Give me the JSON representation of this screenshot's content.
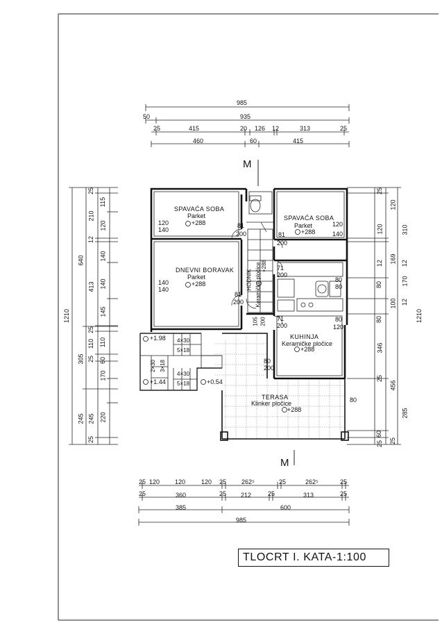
{
  "title": "TLOCRT  I. KATA-1:100",
  "section_marker": "M",
  "rooms": [
    {
      "id": "spavaca-soba-1",
      "name": "SPAVAĆA  SOBA",
      "material": "Parket",
      "level": "+288"
    },
    {
      "id": "spavaca-soba-2",
      "name": "SPAVAĆA  SOBA",
      "material": "Parket",
      "level": "+288"
    },
    {
      "id": "dnevni-boravak",
      "name": "DNEVNI BORAVAK",
      "material": "Parket",
      "level": "+288"
    },
    {
      "id": "hodnik",
      "name": "HODNIK",
      "material": "Keramičke pločice",
      "level": "+288"
    },
    {
      "id": "kuhinja",
      "name": "KUHINJA",
      "material": "Keramičke pločice",
      "level": "+288"
    },
    {
      "id": "terasa",
      "name": "TERASA",
      "material": "Klinker pločice",
      "level": "+288"
    }
  ],
  "stair_levels": {
    "top": "+1.98",
    "bottom": "+1.44",
    "landing": "+0.54"
  },
  "stair_sizes": [
    "4×30",
    "5×18",
    "2×30",
    "3×18",
    "4×30",
    "5×18"
  ],
  "top_dims": {
    "row1": [
      "985"
    ],
    "row2": [
      "50",
      "935"
    ],
    "row3": [
      "25",
      "415",
      "20",
      "126",
      "12",
      "313",
      "25"
    ],
    "row4": [
      "460",
      "60",
      "415"
    ]
  },
  "bottom_dims": {
    "row1": [
      "25",
      "120",
      "120",
      "120",
      "25",
      "262⁵",
      "25",
      "262⁵",
      "25"
    ],
    "row2": [
      "25",
      "360",
      "25",
      "212",
      "25",
      "313",
      "25"
    ],
    "row3": [
      "385",
      "600"
    ],
    "row4": [
      "985"
    ]
  },
  "left_dims": {
    "total": "1210",
    "col_a": [
      "640",
      "305",
      "245"
    ],
    "col_b": [
      "25",
      "210",
      "12",
      "413",
      "25",
      "110",
      "25",
      "245",
      "25"
    ],
    "col_c": [
      "115",
      "120",
      "140",
      "140",
      "145",
      "110",
      "60",
      "170",
      "220"
    ]
  },
  "right_dims": {
    "total": "1210",
    "col_a": [
      "120",
      "169",
      "100",
      "456",
      "25"
    ],
    "col_b": [
      "25",
      "120",
      "12",
      "80",
      "80",
      "346",
      "25",
      "60",
      "25"
    ],
    "col_c": [
      "310",
      "12",
      "170",
      "12",
      "285"
    ]
  },
  "openings": {
    "spavaca1_window": [
      "120",
      "140"
    ],
    "spavaca2_window": [
      "120",
      "140"
    ],
    "boravak_window": [
      "140",
      "140"
    ],
    "kuhinja_window": [
      "80",
      "120"
    ],
    "kuhinja_upper": [
      "80",
      "80"
    ],
    "doors": [
      "81",
      "200",
      "81",
      "200",
      "81",
      "200",
      "71",
      "200",
      "71",
      "200",
      "80",
      "200",
      "105",
      "200"
    ],
    "terasa_side": "80"
  }
}
